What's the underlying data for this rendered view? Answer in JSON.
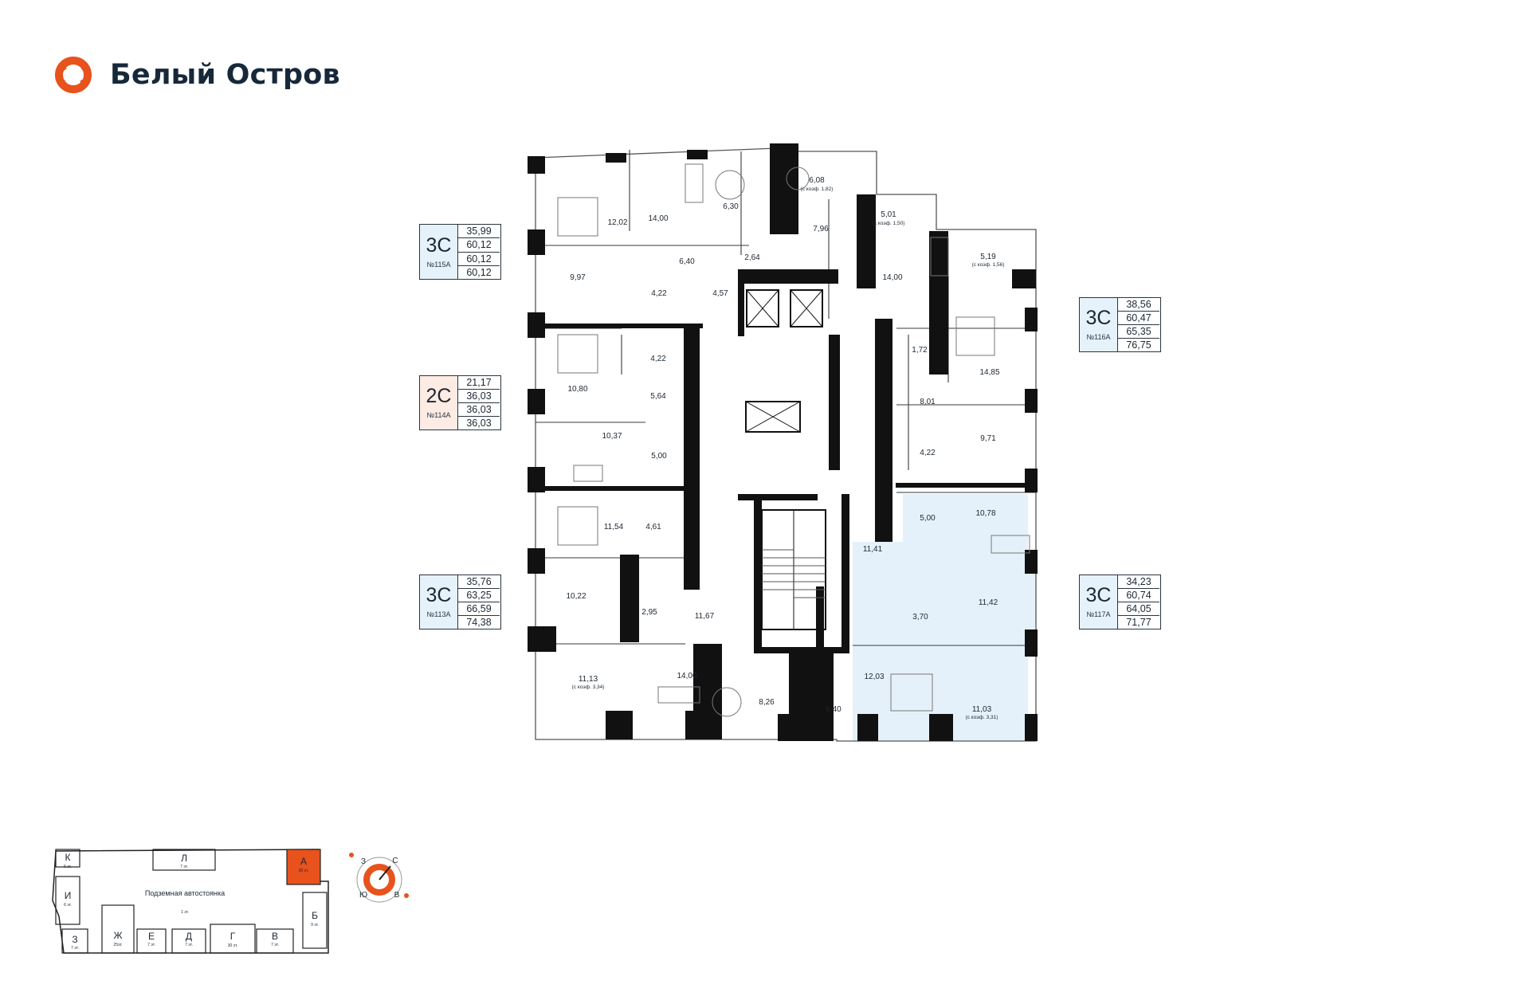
{
  "brand": {
    "name": "Белый Остров",
    "accent": "#e8521d",
    "dark": "#17283a"
  },
  "apartments": [
    {
      "type": "3С",
      "number": "№115А",
      "areas": [
        "35,99",
        "60,12",
        "60,12",
        "60,12"
      ]
    },
    {
      "type": "2С",
      "number": "№114А",
      "areas": [
        "21,17",
        "36,03",
        "36,03",
        "36,03"
      ]
    },
    {
      "type": "3С",
      "number": "№113А",
      "areas": [
        "35,76",
        "63,25",
        "66,59",
        "74,38"
      ]
    },
    {
      "type": "3С",
      "number": "№116А",
      "areas": [
        "38,56",
        "60,47",
        "65,35",
        "76,75"
      ]
    },
    {
      "type": "3С",
      "number": "№117А",
      "areas": [
        "34,23",
        "60,74",
        "64,05",
        "71,77"
      ]
    }
  ],
  "rooms": [
    "6,08",
    "(с коэф. 1,82)",
    "5,01",
    "(с коэф. 1,50)",
    "5,19",
    "(с коэф. 1,56)",
    "12,02",
    "14,00",
    "6,30",
    "7,96",
    "14,00",
    "6,40",
    "2,64",
    "9,97",
    "4,22",
    "4,57",
    "1,72",
    "14,85",
    "4,22",
    "10,80",
    "5,64",
    "8,01",
    "10,37",
    "5,00",
    "9,71",
    "4,22",
    "5,00",
    "10,78",
    "11,54",
    "4,61",
    "11,41",
    "10,22",
    "2,95",
    "11,67",
    "3,70",
    "11,42",
    "11,13",
    "(с коэф. 3,34)",
    "14,00",
    "8,26",
    "6,40",
    "12,03",
    "11,03",
    "(с коэф. 3,31)"
  ],
  "site_plan": {
    "sections": [
      "К",
      "Л",
      "А",
      "И",
      "Б",
      "З",
      "Ж",
      "Е",
      "Д",
      "Г",
      "В"
    ],
    "floors": [
      "5 эт.",
      "7 эт.",
      "30 эт.",
      "6 эт.",
      "9 эт.",
      "7 эт.",
      "25эт.",
      "7 эт.",
      "7 эт.",
      "30 эт.",
      "7 эт."
    ],
    "parking": "Подземная автостоянка",
    "parking_floor": "1 эт."
  },
  "compass": {
    "north": "С",
    "west": "З",
    "south": "Ю",
    "east": "В"
  }
}
